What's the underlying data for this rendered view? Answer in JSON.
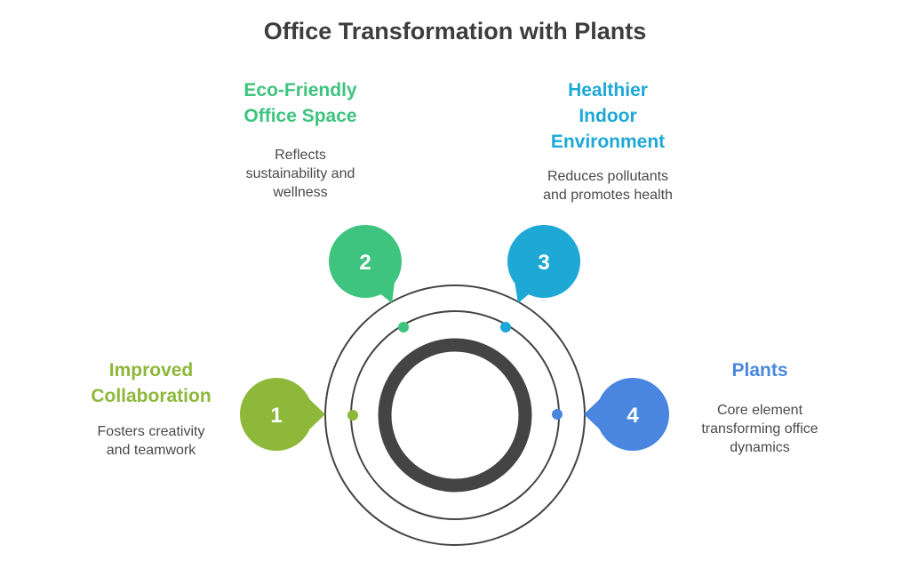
{
  "title": "Office Transformation with Plants",
  "colors": {
    "green_light": "#8db83a",
    "green": "#3ec47e",
    "cyan": "#1ea8d6",
    "blue": "#4a86e0",
    "ring": "#444444"
  },
  "items": [
    {
      "number": "1",
      "heading": "Improved\nCollaboration",
      "description": "Fosters creativity\nand teamwork",
      "color": "#8db83a"
    },
    {
      "number": "2",
      "heading": "Eco-Friendly\nOffice Space",
      "description": "Reflects\nsustainability and\nwellness",
      "color": "#3ec47e"
    },
    {
      "number": "3",
      "heading": "Healthier\nIndoor\nEnvironment",
      "description": "Reduces pollutants\nand promotes health",
      "color": "#1ea8d6"
    },
    {
      "number": "4",
      "heading": "Plants",
      "description": "Core element\ntransforming office\ndynamics",
      "color": "#4a86e0"
    }
  ]
}
